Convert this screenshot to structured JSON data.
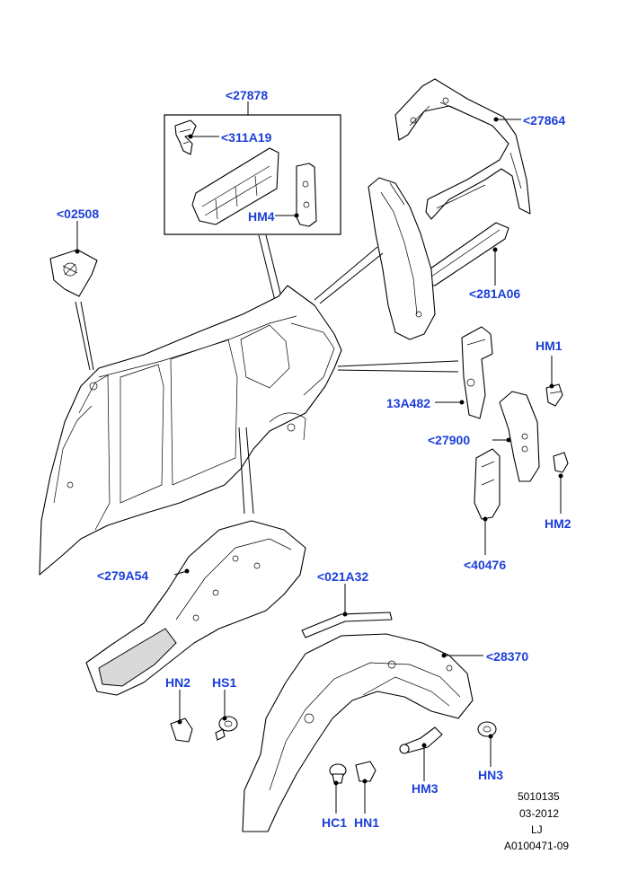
{
  "callouts": {
    "c27878": "<27878",
    "c311A19": "<311A19",
    "cHM4": "HM4",
    "c02508": "<02508",
    "c27864": "<27864",
    "c281A06": "<281A06",
    "cHM1": "HM1",
    "c13A482": "13A482",
    "c27900": "<27900",
    "cHM2": "HM2",
    "c40476": "<40476",
    "c279A54": "<279A54",
    "c021A32": "<021A32",
    "c28370": "<28370",
    "cHN2": "HN2",
    "cHS1": "HS1",
    "cHM3": "HM3",
    "cHN3": "HN3",
    "cHC1": "HC1",
    "cHN1": "HN1"
  },
  "reference": {
    "number": "5010135",
    "date": "03-2012",
    "initials": "LJ",
    "illustration_id": "A0100471-09"
  },
  "colors": {
    "callout": "#1c3fd8",
    "line": "#000000",
    "shade": "#d9d9d9"
  }
}
